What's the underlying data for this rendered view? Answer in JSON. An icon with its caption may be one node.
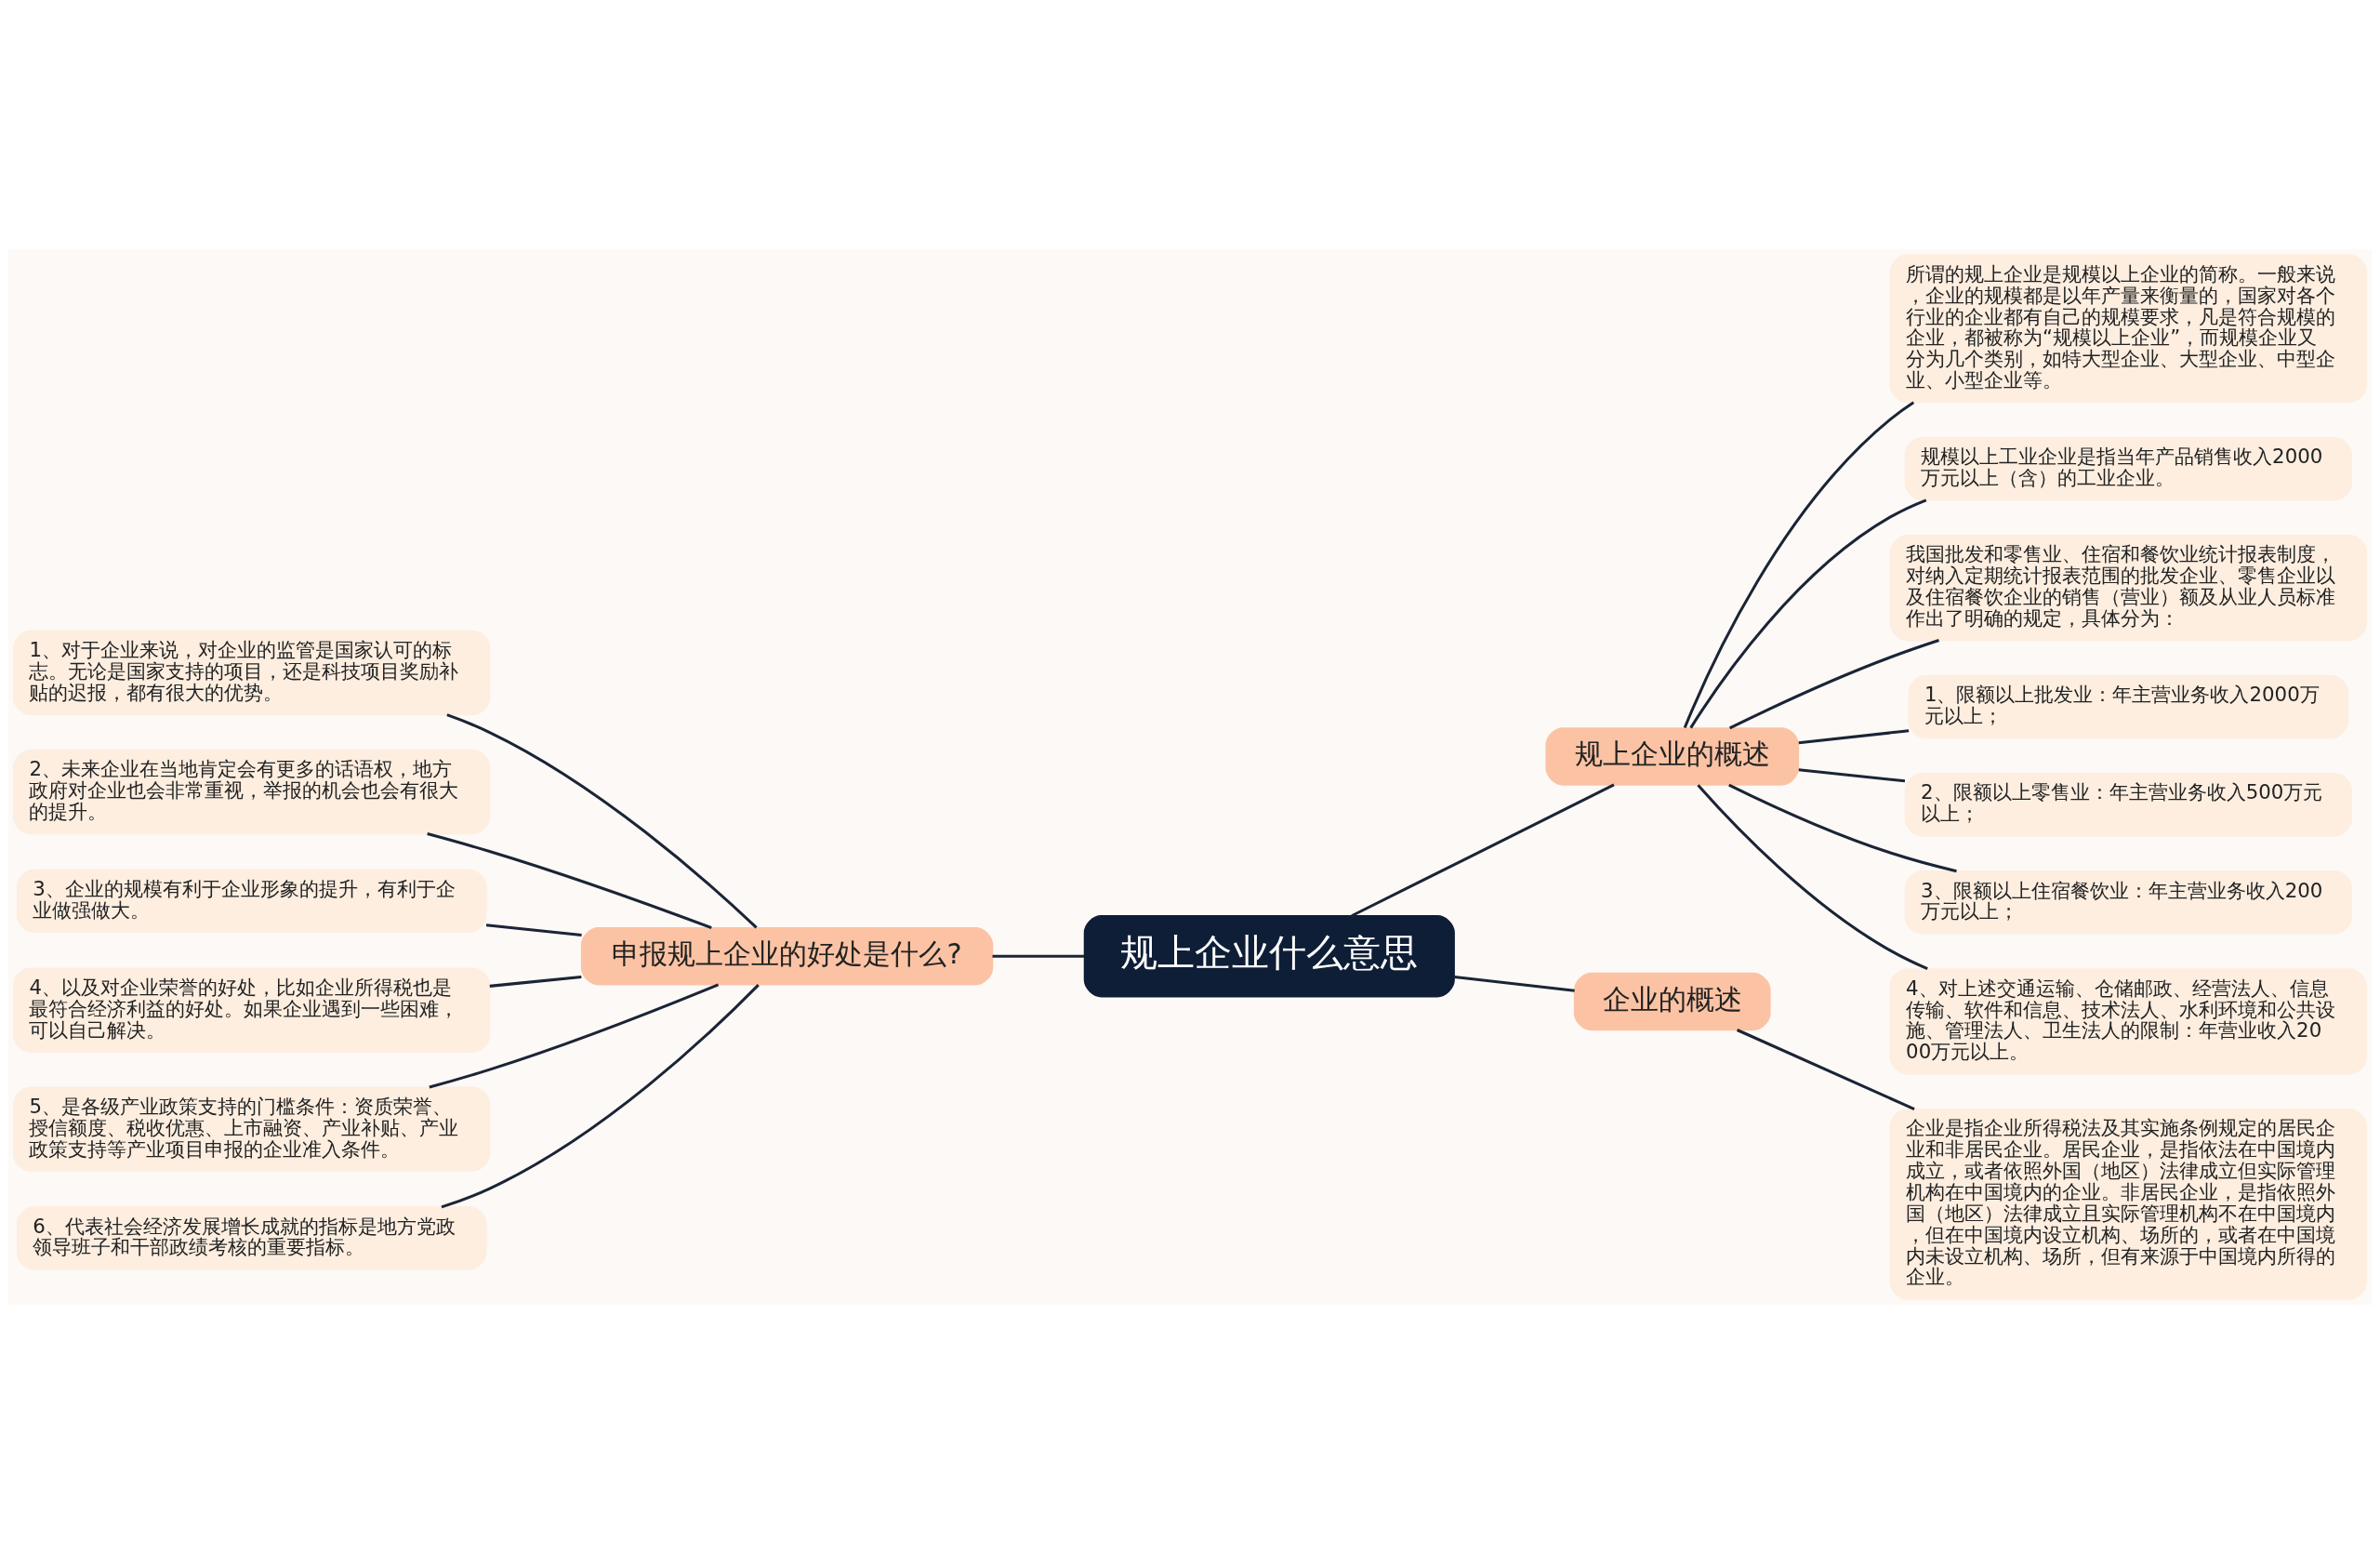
{
  "diagram": {
    "nodes": [
      {
        "text": [
          "规上企业什么意思"
        ]
      },
      {
        "text": [
          "规上企业的概述"
        ]
      },
      {
        "text": [
          "所谓的规上企业是规模以上企业的简称。一般来说，企业的规模都是以年产量来衡量的，国家对各个行业的企业都有自己的规模要求，凡是符合规模的企业，都被称为“规模以上企业”，而规模企业又分为几个类别，如特大型企业、大型企业、中型企业、小型企业等。"
        ]
      },
      {
        "text": [
          "规模以上工业企业是指当年产品销售收入2000万元以上（含）的工业企业。"
        ]
      },
      {
        "text": [
          "我国批发和零售业、住宿和餐饮业统计报表制度，对纳入定期统计报表范围的批发企业、零售企业以及住宿餐饮企业的销售（营业）额及从业人员标准作出了明确的规定，具体分为："
        ]
      },
      {
        "text": [
          "1、限额以上批发业：年主营业务收入2000万元以上；"
        ]
      },
      {
        "text": [
          "2、限额以上零售业：年主营业务收入500万元以上；"
        ]
      },
      {
        "text": [
          "3、限额以上住宿餐饮业：年主营业务收入200万元以上；"
        ]
      },
      {
        "text": [
          "4、对上述交通运输、仓储邮政、经营法人、信息传输、软件和信息、技术法人、水利环境和公共设施、管理法人、卫生法人的限制：年营业收入2000万元以上。"
        ]
      },
      {
        "text": [
          "企业的概述"
        ]
      },
      {
        "text": [
          "企业是指企业所得税法及其实施条例规定的居民企业和非居民企业。居民企业，是指依法在中国境内成立，或者依照外国（地区）法律成立但实际管理机构在中国境内的企业。非居民企业，是指依照外国（地区）法律成立且实际管理机构不在中国境内，但在中国境内设立机构、场所的，或者在中国境内未设立机构、场所，但有来源于中国境内所得的企业。"
        ]
      },
      {
        "text": [
          "申报规上企业的好处是什么?"
        ]
      },
      {
        "text": [
          "1、对于企业来说，对企业的监管是国家认可的标志。无论是国家支持的项目，还是科技项目奖励补贴的迟报，都有很大的优势。"
        ]
      },
      {
        "text": [
          "2、未来企业在当地肯定会有更多的话语权，地方政府对企业也会非常重视，举报的机会也会有很大的提升。"
        ]
      },
      {
        "text": [
          "3、企业的规模有利于企业形象的提升，有利于企业做强做大。"
        ]
      },
      {
        "text": [
          "4、以及对企业荣誉的好处，比如企业所得税也是最符合经济利益的好处。如果企业遇到一些困难，可以自己解决。"
        ]
      },
      {
        "text": [
          "5、是各级产业政策支持的门槛条件：资质荣誉、授信额度、税收优惠、上市融资、产业补贴、产业政策支持等产业项目申报的企业准入条件。"
        ]
      },
      {
        "text": [
          "6、代表社会经济发展增长成就的指标是地方党政领导班子和干部政绩考核的重要指标。"
        ]
      }
    ],
    "edges": [
      {
        "from": 0,
        "to": 1,
        "arrow": "none"
      },
      {
        "from": 1,
        "to": 2,
        "arrow": "none"
      },
      {
        "from": 1,
        "to": 3,
        "arrow": "none"
      },
      {
        "from": 1,
        "to": 4,
        "arrow": "none"
      },
      {
        "from": 1,
        "to": 5,
        "arrow": "none"
      },
      {
        "from": 1,
        "to": 6,
        "arrow": "none"
      },
      {
        "from": 1,
        "to": 7,
        "arrow": "none"
      },
      {
        "from": 1,
        "to": 8,
        "arrow": "none"
      },
      {
        "from": 0,
        "to": 9,
        "arrow": "none"
      },
      {
        "from": 9,
        "to": 10,
        "arrow": "none"
      },
      {
        "from": 0,
        "to": 11,
        "arrow": "none"
      },
      {
        "from": 11,
        "to": 12,
        "arrow": "none"
      },
      {
        "from": 11,
        "to": 13,
        "arrow": "none"
      },
      {
        "from": 11,
        "to": 14,
        "arrow": "none"
      },
      {
        "from": 11,
        "to": 15,
        "arrow": "none"
      },
      {
        "from": 11,
        "to": 16,
        "arrow": "none"
      },
      {
        "from": 11,
        "to": 17,
        "arrow": "none"
      }
    ]
  }
}
